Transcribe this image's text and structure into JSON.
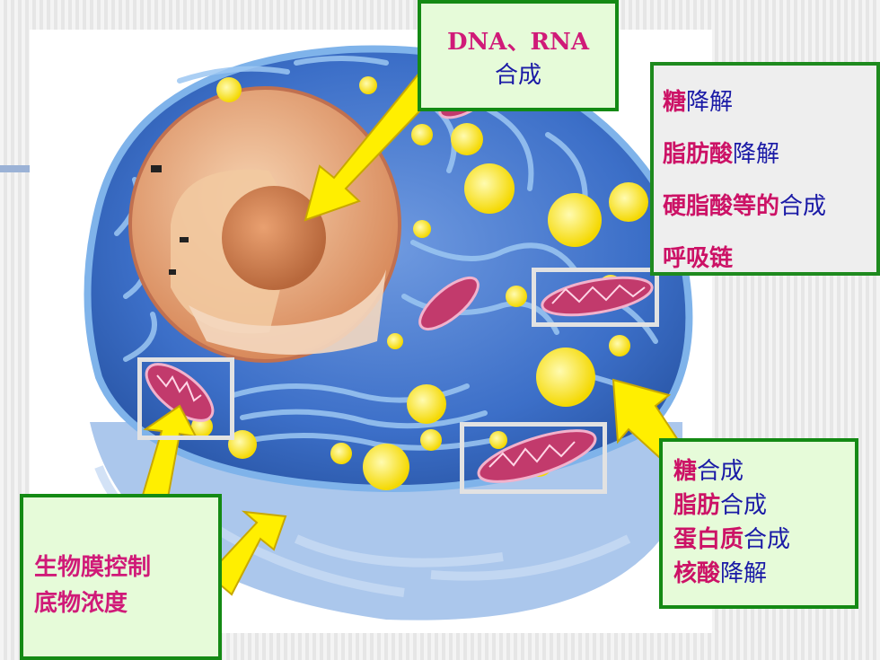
{
  "labels": {
    "nucleus": {
      "line1": "DNA、RNA",
      "line2": "合成"
    },
    "mitochondria": [
      {
        "strong": "糖",
        "rest": "降解"
      },
      {
        "strong": "脂肪酸",
        "rest": "降解"
      },
      {
        "strong": "硬脂酸等的",
        "rest": "合成"
      },
      {
        "strong": "呼吸链",
        "rest": ""
      }
    ],
    "cytoplasm": [
      {
        "strong": "糖",
        "rest": "合成"
      },
      {
        "strong": "脂肪",
        "rest": "合成"
      },
      {
        "strong": "蛋白质",
        "rest": "合成"
      },
      {
        "strong": "核酸",
        "rest": "降解"
      }
    ],
    "membrane": {
      "line1": "生物膜控制",
      "line2": "底物浓度"
    }
  },
  "colors": {
    "box_border": "#148a14",
    "box_fill": "#e6fbd9",
    "strong_text": "#cc1266",
    "plain_text": "#1a1aa6",
    "arrow": "#ffef00",
    "cytoplasm": "#3c6fc8",
    "nucleus": "#e8a878",
    "mitochondrion": "#c23a6c",
    "vesicle": "#ffe94a"
  }
}
